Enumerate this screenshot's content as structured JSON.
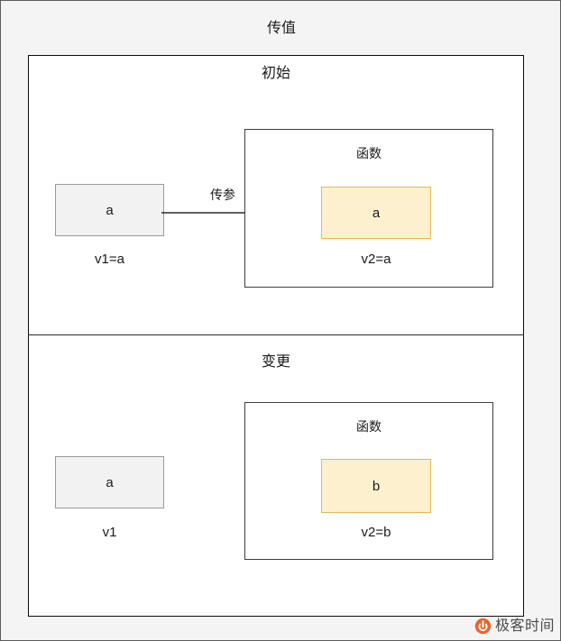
{
  "diagram": {
    "title": "传值",
    "sections": [
      {
        "id": "initial",
        "heading": "初始",
        "outer_variable": {
          "box_text": "a",
          "label": "v1=a"
        },
        "arrow": {
          "label": "传参"
        },
        "function_box": {
          "heading": "函数",
          "inner_variable": {
            "box_text": "a",
            "label": "v2=a"
          }
        }
      },
      {
        "id": "changed",
        "heading": "变更",
        "outer_variable": {
          "box_text": "a",
          "label": "v1"
        },
        "function_box": {
          "heading": "函数",
          "inner_variable": {
            "box_text": "b",
            "label": "v2=b"
          }
        }
      }
    ]
  },
  "watermark": {
    "text": "极客时间",
    "logo_name": "geektime-logo-icon",
    "logo_color": "#e8652a"
  },
  "colors": {
    "page_background": "#f4f4f4",
    "frame_background": "#ffffff",
    "frame_border": "#0d0d0d",
    "gray_box_fill": "#f2f2f2",
    "gray_box_border": "#9a9a9a",
    "yellow_box_fill": "#fdf0cf",
    "yellow_box_border": "#e4b65a",
    "text": "#1a1a1a"
  }
}
